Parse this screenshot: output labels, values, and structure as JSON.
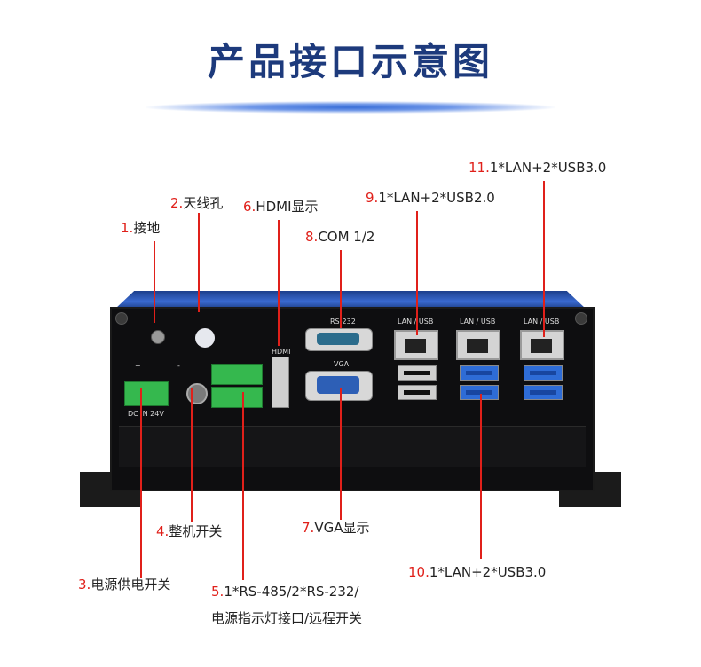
{
  "title": "产品接口示意图",
  "labels": [
    {
      "num": "1.",
      "text": "接地"
    },
    {
      "num": "2.",
      "text": "天线孔"
    },
    {
      "num": "3.",
      "text": "电源供电开关"
    },
    {
      "num": "4.",
      "text": "整机开关"
    },
    {
      "num": "5.",
      "text": "1*RS-485/2*RS-232/",
      "text2": "电源指示灯接口/远程开关"
    },
    {
      "num": "6.",
      "text": "HDMI显示"
    },
    {
      "num": "7.",
      "text": "VGA显示"
    },
    {
      "num": "8.",
      "text": "COM 1/2"
    },
    {
      "num": "9.",
      "text": "1*LAN+2*USB2.0"
    },
    {
      "num": "10.",
      "text": "1*LAN+2*USB3.0"
    },
    {
      "num": "11.",
      "text": "1*LAN+2*USB3.0"
    }
  ],
  "device": {
    "rs232": "RS-232",
    "vga": "VGA",
    "hdmi": "HDMI",
    "lan_usb": "LAN / USB",
    "dc_in": "DC   IN    24V",
    "plus": "+",
    "minus": "-"
  },
  "colors": {
    "title": "#1d3a7c",
    "accent": "#e0201a",
    "lid": "#2f5cc2"
  }
}
